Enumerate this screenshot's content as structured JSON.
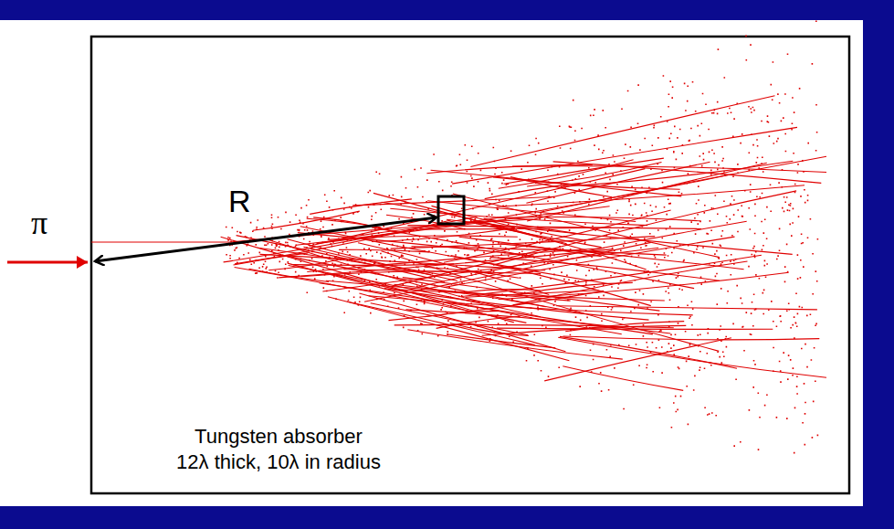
{
  "diagram": {
    "labels": [
      "π",
      "R",
      "Tungsten absorber",
      "12λ thick, 10λ in radius"
    ]
  }
}
